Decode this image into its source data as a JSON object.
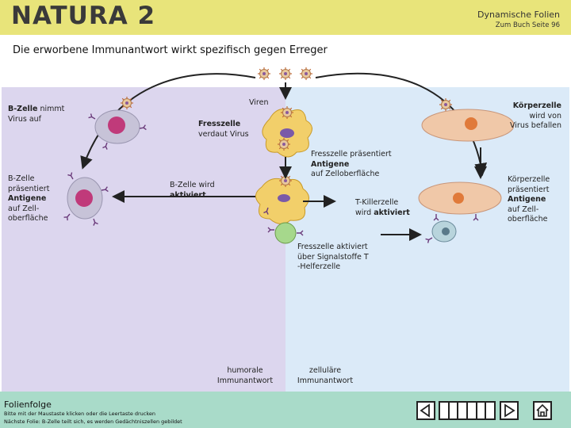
{
  "header": {
    "logo": "NATURA 2",
    "series": "Dynamische Folien",
    "book_ref": "Zum Buch Seite 96"
  },
  "title": "Die erworbene Immunantwort wirkt spezifisch gegen Erreger",
  "labels": {
    "viren": "Viren",
    "bzelle_nimmt_1": "B-Zelle",
    "bzelle_nimmt_2": " nimmt",
    "bzelle_nimmt_3": "Virus auf",
    "fresszelle_verdaut_1": "Fresszelle",
    "fresszelle_verdaut_2": "verdaut Virus",
    "koerperzelle_1": "Körperzelle",
    "koerperzelle_2": "wird von",
    "koerperzelle_3": "Virus befallen",
    "bzelle_praes_1": "B-Zelle",
    "bzelle_praes_2": "präsentiert",
    "bzelle_praes_3": "Antigene",
    "bzelle_praes_4": "auf Zell-",
    "bzelle_praes_5": "oberfläche",
    "bzelle_aktiv_1": "B-Zelle wird",
    "bzelle_aktiv_2": "aktiviert",
    "fresszelle_praes_1": "Fresszelle präsentiert",
    "fresszelle_praes_2": "Antigene",
    "fresszelle_praes_3": "auf Zelloberfläche",
    "koerper_praes_1": "Körperzelle",
    "koerper_praes_2": "präsentiert",
    "koerper_praes_3": "Antigene",
    "koerper_praes_4": "auf Zell-",
    "koerper_praes_5": "oberfläche",
    "tkiller_1": "T-Killerzelle",
    "tkiller_2": "wird ",
    "tkiller_3": "aktiviert",
    "fress_aktiv_1": "Fresszelle aktiviert",
    "fress_aktiv_2": "über Signalstoffe T",
    "fress_aktiv_3": "-Helferzelle",
    "humoral_1": "humorale",
    "humoral_2": "Immunantwort",
    "zellulaer_1": "zelluläre",
    "zellulaer_2": "Immunantwort"
  },
  "footer": {
    "title": "Folienfolge",
    "note1": "Bitte mit der Maustaste klicken oder die Leertaste drucken",
    "note2": "Nächste Folie: B-Zelle teilt sich, es werden Gedächtniszellen gebildet"
  },
  "colors": {
    "header_bg": "#e8e47a",
    "left_panel": "#dcd6ee",
    "right_panel": "#dbeaf8",
    "footer_bg": "#a9dbc9",
    "fresszelle": "#f2cf6a",
    "bzelle": "#c7c3d8",
    "koerperzelle": "#f0c8a8",
    "nucleus_b": "#c03a7a",
    "t_helfer": "#a6d88c"
  },
  "icons": [
    "prev-slide-icon",
    "slide-progress-bar",
    "play-icon",
    "home-icon",
    "virus-icon"
  ]
}
